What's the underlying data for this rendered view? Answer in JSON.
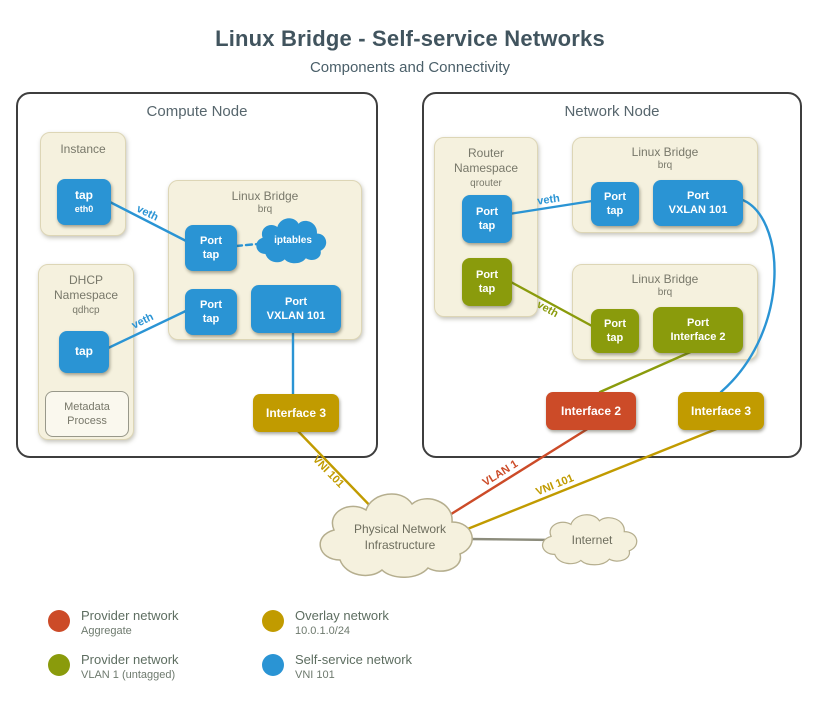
{
  "title": "Linux Bridge - Self-service Networks",
  "subtitle": "Components and Connectivity",
  "colors": {
    "blue": "#2a94d4",
    "olive": "#8a9b0c",
    "gold": "#c19b00",
    "red": "#cc4b28",
    "cream": "#f5f1de",
    "cloud_border": "#b5ae8e",
    "gray_line": "#8c8c7c"
  },
  "compute_node": {
    "label": "Compute Node",
    "instance": {
      "label": "Instance",
      "tap_line1": "tap",
      "tap_line2": "eth0"
    },
    "dhcp": {
      "label_line1": "DHCP",
      "label_line2": "Namespace",
      "label_line3": "qdhcp",
      "tap": "tap",
      "metadata_line1": "Metadata",
      "metadata_line2": "Process"
    },
    "bridge": {
      "label": "Linux Bridge",
      "sublabel": "brq",
      "port_tap_top_line1": "Port",
      "port_tap_top_line2": "tap",
      "iptables": "iptables",
      "port_tap_bottom_line1": "Port",
      "port_tap_bottom_line2": "tap",
      "port_vxlan_line1": "Port",
      "port_vxlan_line2": "VXLAN 101"
    },
    "interface3": "Interface 3"
  },
  "network_node": {
    "label": "Network Node",
    "router": {
      "label_line1": "Router",
      "label_line2": "Namespace",
      "label_line3": "qrouter",
      "port_tap_blue_line1": "Port",
      "port_tap_blue_line2": "tap",
      "port_tap_green_line1": "Port",
      "port_tap_green_line2": "tap"
    },
    "bridge_top": {
      "label": "Linux Bridge",
      "sublabel": "brq",
      "port_tap_line1": "Port",
      "port_tap_line2": "tap",
      "port_vxlan_line1": "Port",
      "port_vxlan_line2": "VXLAN 101"
    },
    "bridge_bottom": {
      "label": "Linux Bridge",
      "sublabel": "brq",
      "port_tap_line1": "Port",
      "port_tap_line2": "tap",
      "port_iface_line1": "Port",
      "port_iface_line2": "Interface 2"
    },
    "interface2": "Interface 2",
    "interface3": "Interface 3"
  },
  "clouds": {
    "physical_line1": "Physical Network",
    "physical_line2": "Infrastructure",
    "internet": "Internet"
  },
  "edge_labels": {
    "veth_instance": "veth",
    "veth_dhcp": "veth",
    "veth_router_blue": "veth",
    "veth_router_green": "veth",
    "vni_compute": "VNI 101",
    "vlan1": "VLAN 1",
    "vni_network": "VNI 101"
  },
  "legend": [
    {
      "title": "Provider network",
      "subtitle": "Aggregate",
      "color": "#cc4b28"
    },
    {
      "title": "Provider network",
      "subtitle": "VLAN 1 (untagged)",
      "color": "#8a9b0c"
    },
    {
      "title": "Overlay network",
      "subtitle": "10.0.1.0/24",
      "color": "#c19b00"
    },
    {
      "title": "Self-service network",
      "subtitle": "VNI 101",
      "color": "#2a94d4"
    }
  ]
}
